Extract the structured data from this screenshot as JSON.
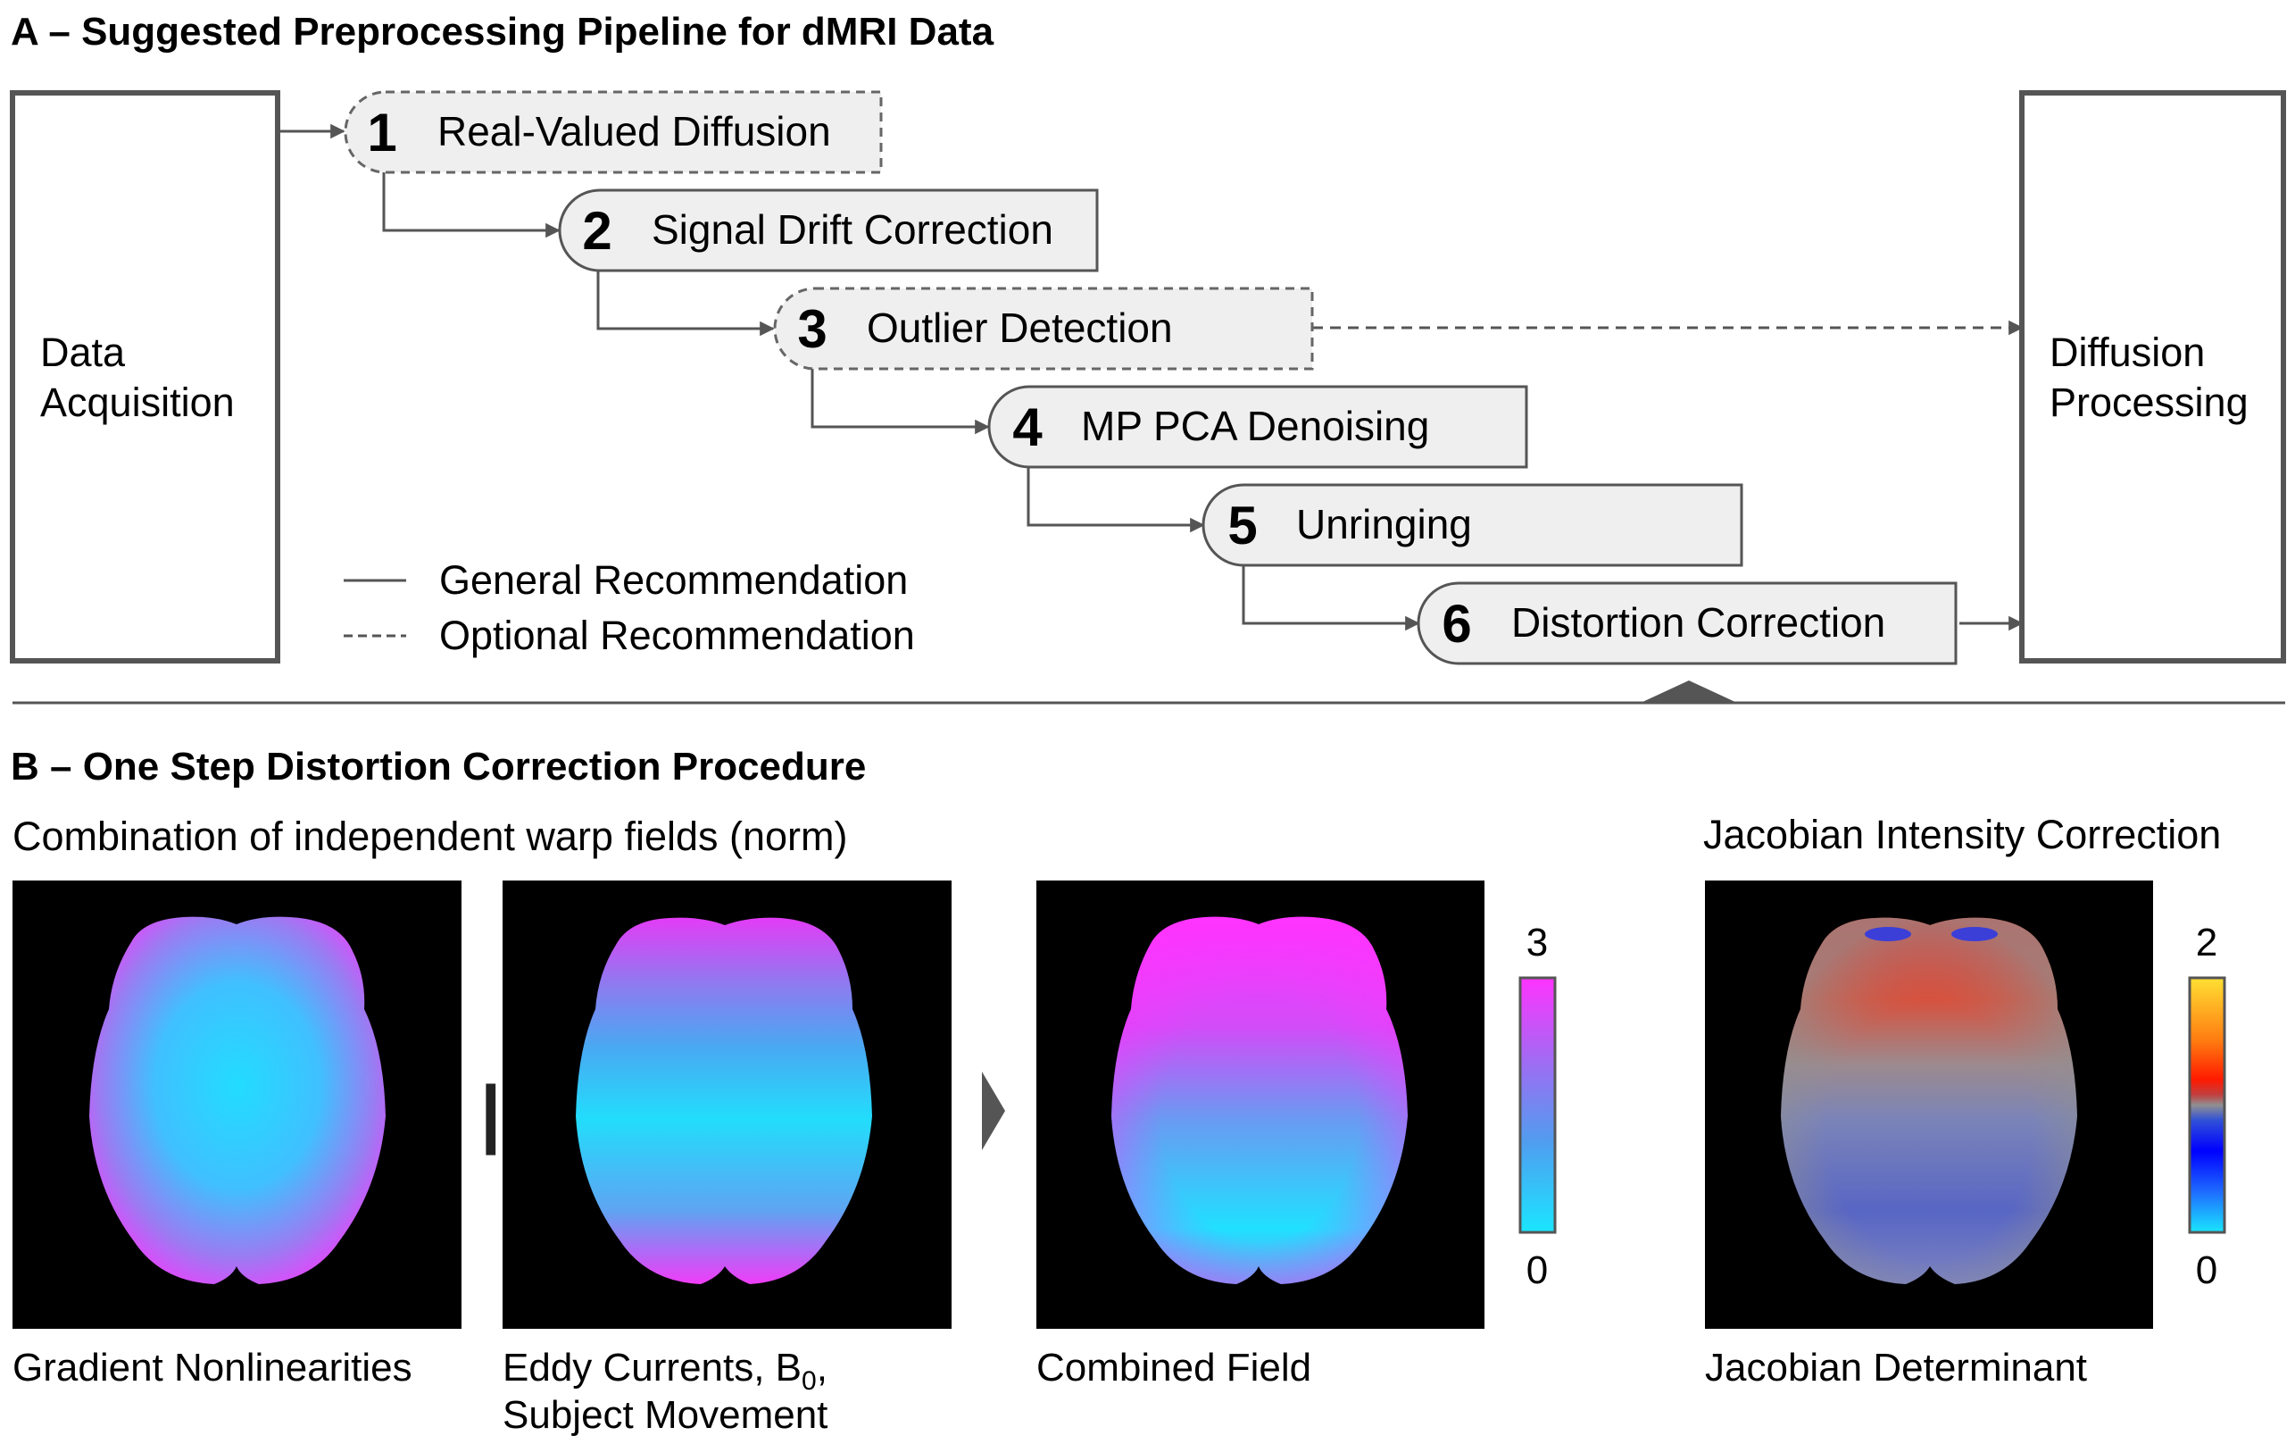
{
  "panel_a": {
    "title": "A – Suggested Preprocessing Pipeline for dMRI Data",
    "left_box": {
      "line1": "Data",
      "line2": "Acquisition"
    },
    "right_box": {
      "line1": "Diffusion",
      "line2": "Processing"
    },
    "steps": [
      {
        "num": "1",
        "label": "Real-Valued Diffusion",
        "style": "dashed"
      },
      {
        "num": "2",
        "label": "Signal Drift Correction",
        "style": "solid"
      },
      {
        "num": "3",
        "label": "Outlier Detection",
        "style": "dashed"
      },
      {
        "num": "4",
        "label": "MP PCA Denoising",
        "style": "solid"
      },
      {
        "num": "5",
        "label": "Unringing",
        "style": "solid"
      },
      {
        "num": "6",
        "label": "Distortion Correction",
        "style": "solid"
      }
    ],
    "legend": {
      "solid": "General Recommendation",
      "dashed": "Optional Recommendation"
    }
  },
  "panel_b": {
    "title": "B – One Step Distortion Correction Procedure",
    "left_heading": "Combination of independent warp fields (norm)",
    "right_heading": "Jacobian Intensity Correction",
    "operator": "||",
    "captions": {
      "gradient": "Gradient Nonlinearities",
      "eddy_line1": "Eddy Currents, B",
      "eddy_sub": "0",
      "eddy_comma": ",",
      "eddy_line2": "Subject Movement",
      "combined": "Combined Field",
      "jacobian": "Jacobian Determinant"
    },
    "colorbar_warp": {
      "max": "3",
      "min": "0",
      "colors": [
        "#ff33ff",
        "#9a6ff2",
        "#4f9ef0",
        "#1ae6ff"
      ]
    },
    "colorbar_jacobian": {
      "max": "2",
      "min": "0",
      "colors": [
        "#ffe033",
        "#ff7a10",
        "#ff1a00",
        "#c04040",
        "#909090",
        "#3050d8",
        "#0000ff",
        "#1e6bff",
        "#1ae6ff"
      ]
    }
  },
  "colors": {
    "line": "#555555",
    "box_fill": "#efefef",
    "image_bg": "#000000",
    "magenta": "#ff33ff",
    "cyan": "#1ae6ff"
  }
}
